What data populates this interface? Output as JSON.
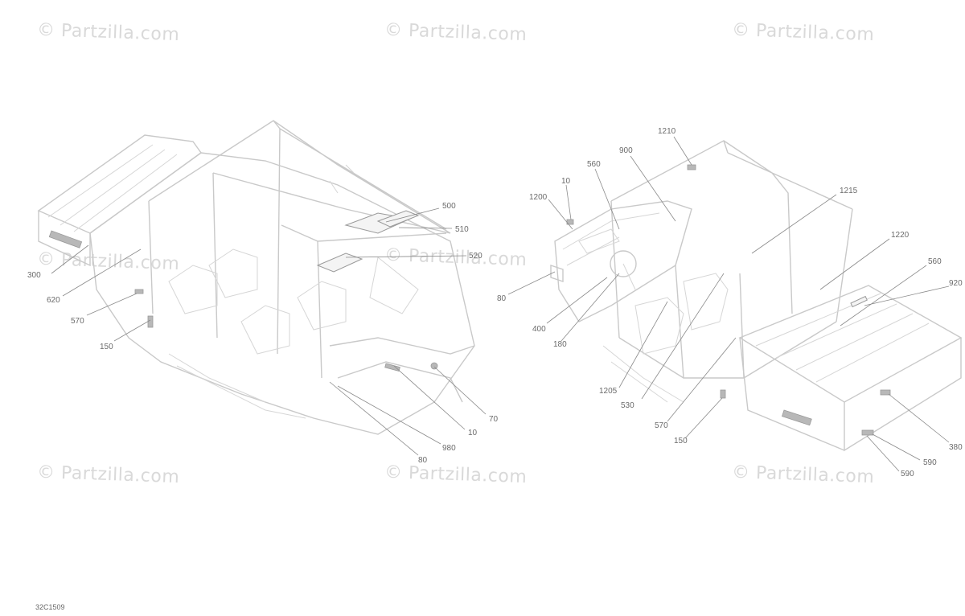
{
  "watermarks": [
    "© Partzilla.com",
    "© Partzilla.com",
    "© Partzilla.com",
    "© Partzilla.com",
    "© Partzilla.com",
    "© Partzilla.com",
    "© Partzilla.com",
    "© Partzilla.com"
  ],
  "diagram_ref": "32C1509",
  "left_view": {
    "callouts": [
      "500",
      "510",
      "520",
      "300",
      "620",
      "570",
      "150",
      "70",
      "10",
      "980",
      "80"
    ]
  },
  "right_view": {
    "callouts": [
      "1210",
      "900",
      "560",
      "10",
      "1200",
      "1215",
      "1220",
      "560",
      "920",
      "80",
      "400",
      "180",
      "1205",
      "530",
      "570",
      "150",
      "380",
      "590",
      "590"
    ]
  }
}
